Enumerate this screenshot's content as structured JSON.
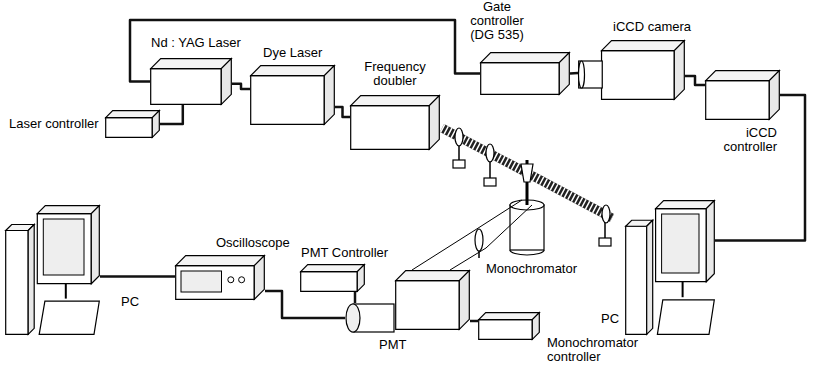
{
  "diagram": {
    "nodes": [
      {
        "text": [
          "Gate controller (DG 535)"
        ]
      },
      {
        "text": [
          "iCCD camera"
        ]
      },
      {
        "text": [
          "Nd : YAG Laser"
        ]
      },
      {
        "text": [
          "Dye Laser"
        ]
      },
      {
        "text": [
          "Frequency doubler"
        ]
      },
      {
        "text": [
          "Laser controller"
        ]
      },
      {
        "text": [
          "iCCD controller"
        ]
      },
      {
        "text": [
          "Monochromator"
        ]
      },
      {
        "text": [
          "Oscilloscope"
        ]
      },
      {
        "text": [
          "PMT Controller"
        ]
      },
      {
        "text": [
          "PC"
        ]
      },
      {
        "text": [
          "PC"
        ]
      },
      {
        "text": [
          "PMT"
        ]
      },
      {
        "text": [
          "Monochromator controller"
        ]
      }
    ],
    "edges": [
      {
        "from": 2,
        "to": 0,
        "arrow": "none"
      },
      {
        "from": 0,
        "to": 1,
        "arrow": "none"
      },
      {
        "from": 1,
        "to": 6,
        "arrow": "none"
      },
      {
        "from": 6,
        "to": 11,
        "arrow": "none"
      },
      {
        "from": 5,
        "to": 2,
        "arrow": "none"
      },
      {
        "from": 2,
        "to": 3,
        "arrow": "none"
      },
      {
        "from": 3,
        "to": 4,
        "arrow": "none"
      },
      {
        "from": 10,
        "to": 8,
        "arrow": "none"
      },
      {
        "from": 8,
        "to": 12,
        "arrow": "none"
      },
      {
        "from": 9,
        "to": 12,
        "arrow": "none"
      },
      {
        "from": 7,
        "to": 13,
        "arrow": "none"
      }
    ]
  }
}
